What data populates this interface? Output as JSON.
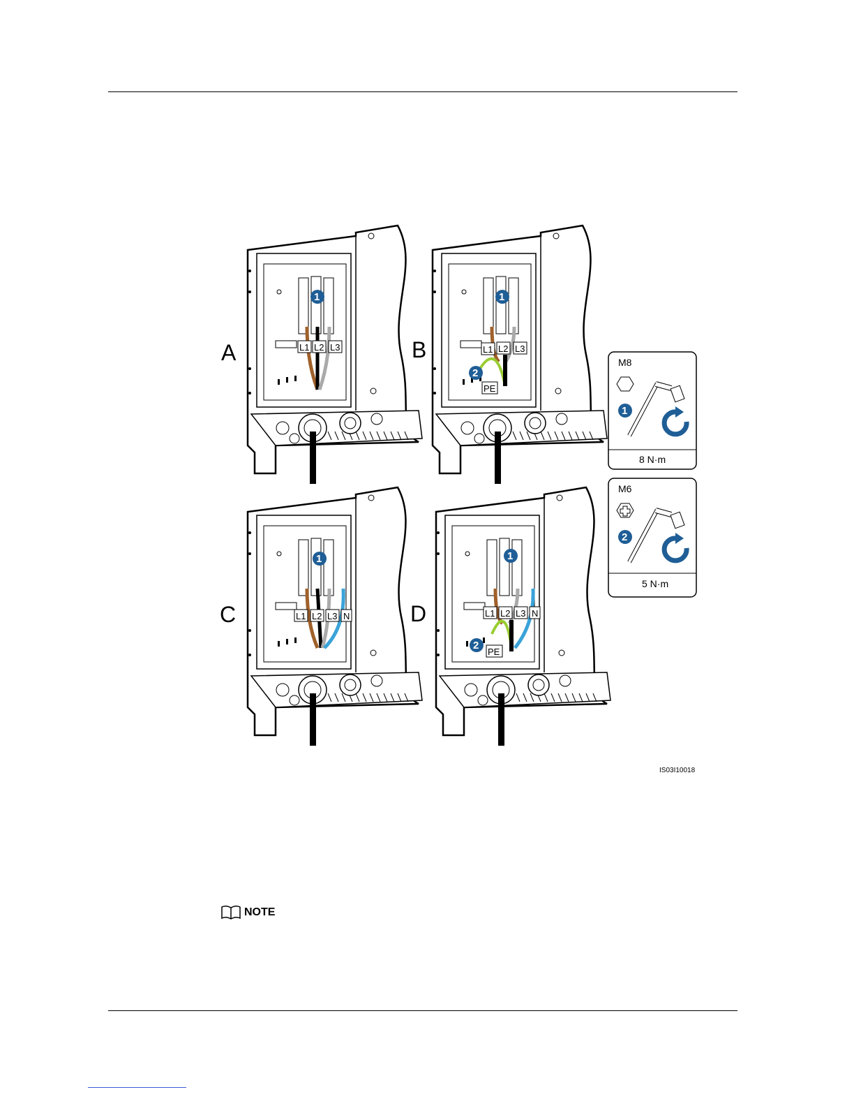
{
  "figure": {
    "panels": [
      {
        "letter": "A",
        "terminals": [
          "L1",
          "L2",
          "L3"
        ],
        "step1": "1"
      },
      {
        "letter": "B",
        "terminals": [
          "L1",
          "L2",
          "L3"
        ],
        "pe": "PE",
        "step1": "1",
        "step2": "2"
      },
      {
        "letter": "C",
        "terminals": [
          "L1",
          "L2",
          "L3",
          "N"
        ],
        "step1": "1"
      },
      {
        "letter": "D",
        "terminals": [
          "L1",
          "L2",
          "L3",
          "N"
        ],
        "pe": "PE",
        "step1": "1",
        "step2": "2"
      }
    ],
    "legend": [
      {
        "bolt": "M8",
        "step": "1",
        "torque": "8 N·m",
        "head_icon": "hexagon-icon"
      },
      {
        "bolt": "M6",
        "step": "2",
        "torque": "5 N·m",
        "head_icon": "phillips-icon"
      }
    ],
    "figure_id": "IS03I10018"
  },
  "note": {
    "label": "NOTE",
    "icon": "book-icon"
  },
  "colors": {
    "step_badge": "#1f5e96",
    "brown": "#a0612b",
    "blue": "#3aa3d9",
    "green_yellow": "#9acd32",
    "rotate": "#1f5e96"
  }
}
